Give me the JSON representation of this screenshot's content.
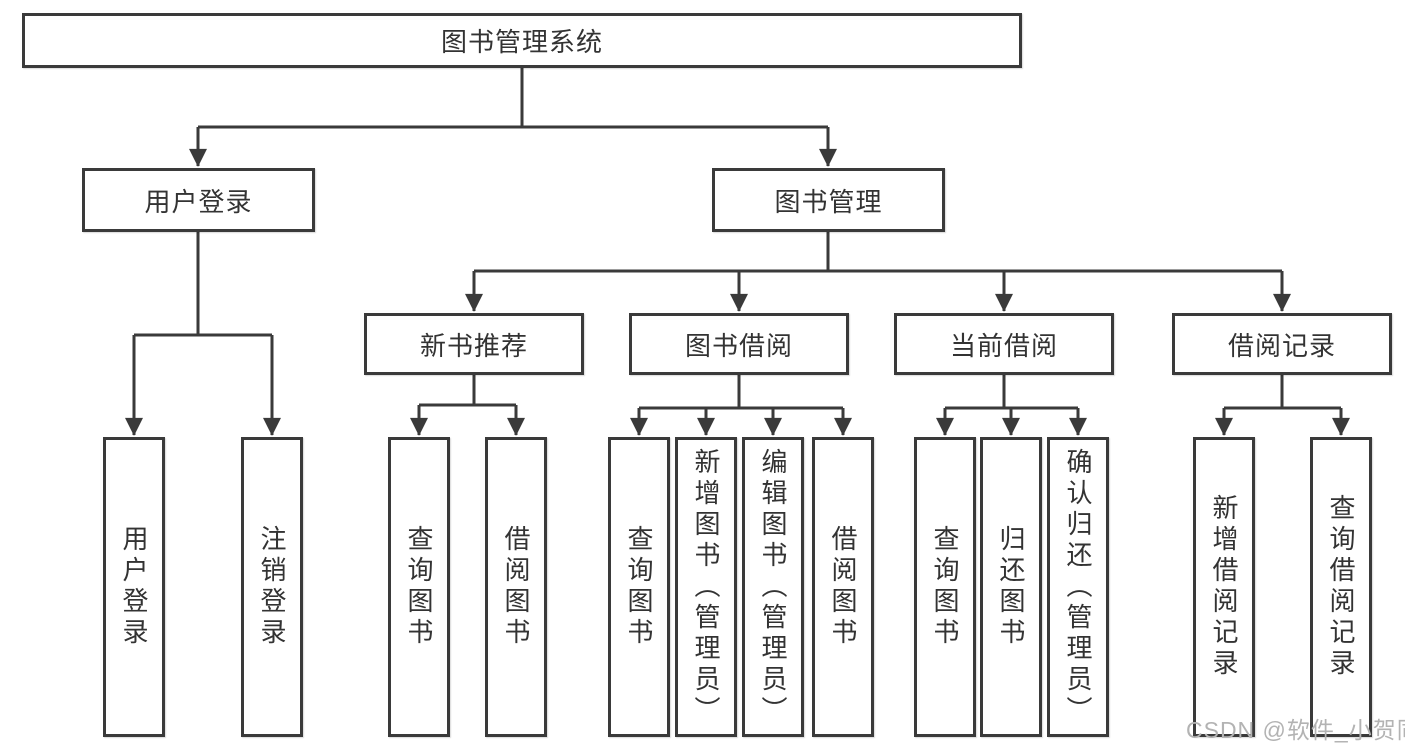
{
  "title": {
    "label": "图书管理系统"
  },
  "level2": [
    {
      "label": "用户登录"
    },
    {
      "label": "图书管理"
    }
  ],
  "level3": [
    {
      "label": "新书推荐",
      "parent": "图书管理"
    },
    {
      "label": "图书借阅",
      "parent": "图书管理"
    },
    {
      "label": "当前借阅",
      "parent": "图书管理"
    },
    {
      "label": "借阅记录",
      "parent": "图书管理"
    }
  ],
  "leaves": [
    {
      "label": "用户登录",
      "parent": "用户登录"
    },
    {
      "label": "注销登录",
      "parent": "用户登录"
    },
    {
      "label": "查询图书",
      "parent": "新书推荐"
    },
    {
      "label": "借阅图书",
      "parent": "新书推荐"
    },
    {
      "label": "查询图书",
      "parent": "图书借阅"
    },
    {
      "label": "新增图书（管理员）",
      "parent": "图书借阅"
    },
    {
      "label": "编辑图书（管理员）",
      "parent": "图书借阅"
    },
    {
      "label": "借阅图书",
      "parent": "图书借阅"
    },
    {
      "label": "查询图书",
      "parent": "当前借阅"
    },
    {
      "label": "归还图书",
      "parent": "当前借阅"
    },
    {
      "label": "确认归还（管理员）",
      "parent": "当前借阅"
    },
    {
      "label": "新增借阅记录",
      "parent": "借阅记录"
    },
    {
      "label": "查询借阅记录",
      "parent": "借阅记录"
    }
  ],
  "watermark": "CSDN @软件_小贺同学",
  "colors": {
    "line": "#3a3a3a",
    "text": "#333333",
    "watermark": "#b3b3b3",
    "background": "#ffffff"
  }
}
